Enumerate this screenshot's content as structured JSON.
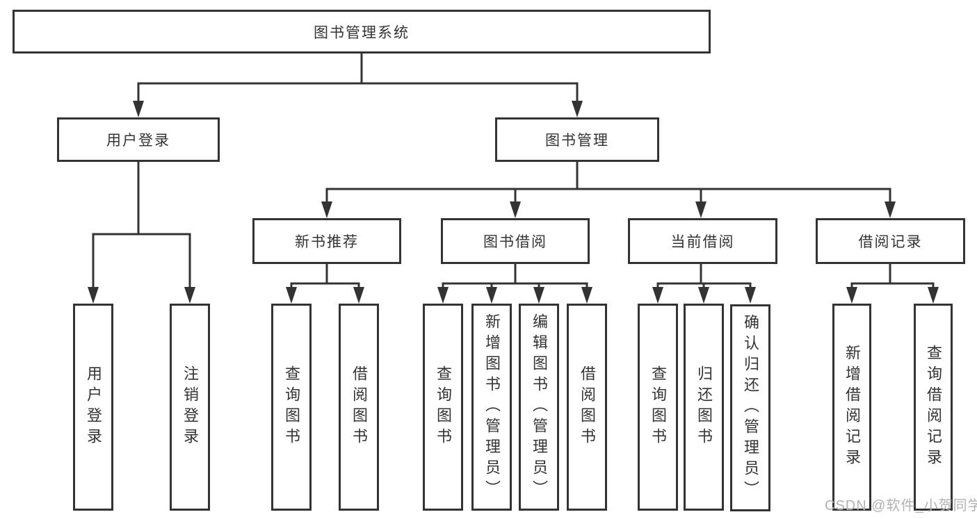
{
  "diagram": {
    "root_label": "图书管理系统",
    "watermark": "CSDN @软件_小贺同学",
    "colors": {
      "line": "#333333",
      "box_border": "#333333",
      "box_background": "#ffffff",
      "text": "#333333",
      "watermark_text": "#b2b2b2"
    },
    "branches": [
      {
        "label": "用户登录",
        "children": [
          {
            "label": "用户登录"
          },
          {
            "label": "注销登录"
          }
        ]
      },
      {
        "label": "图书管理",
        "children": [
          {
            "label": "新书推荐",
            "children": [
              {
                "label": "查询图书"
              },
              {
                "label": "借阅图书"
              }
            ]
          },
          {
            "label": "图书借阅",
            "children": [
              {
                "label": "查询图书"
              },
              {
                "label": "新增图书（管理员）"
              },
              {
                "label": "编辑图书（管理员）"
              },
              {
                "label": "借阅图书"
              }
            ]
          },
          {
            "label": "当前借阅",
            "children": [
              {
                "label": "查询图书"
              },
              {
                "label": "归还图书"
              },
              {
                "label": "确认归还（管理员）"
              }
            ]
          },
          {
            "label": "借阅记录",
            "children": [
              {
                "label": "新增借阅记录"
              },
              {
                "label": "查询借阅记录"
              }
            ]
          }
        ]
      }
    ]
  }
}
